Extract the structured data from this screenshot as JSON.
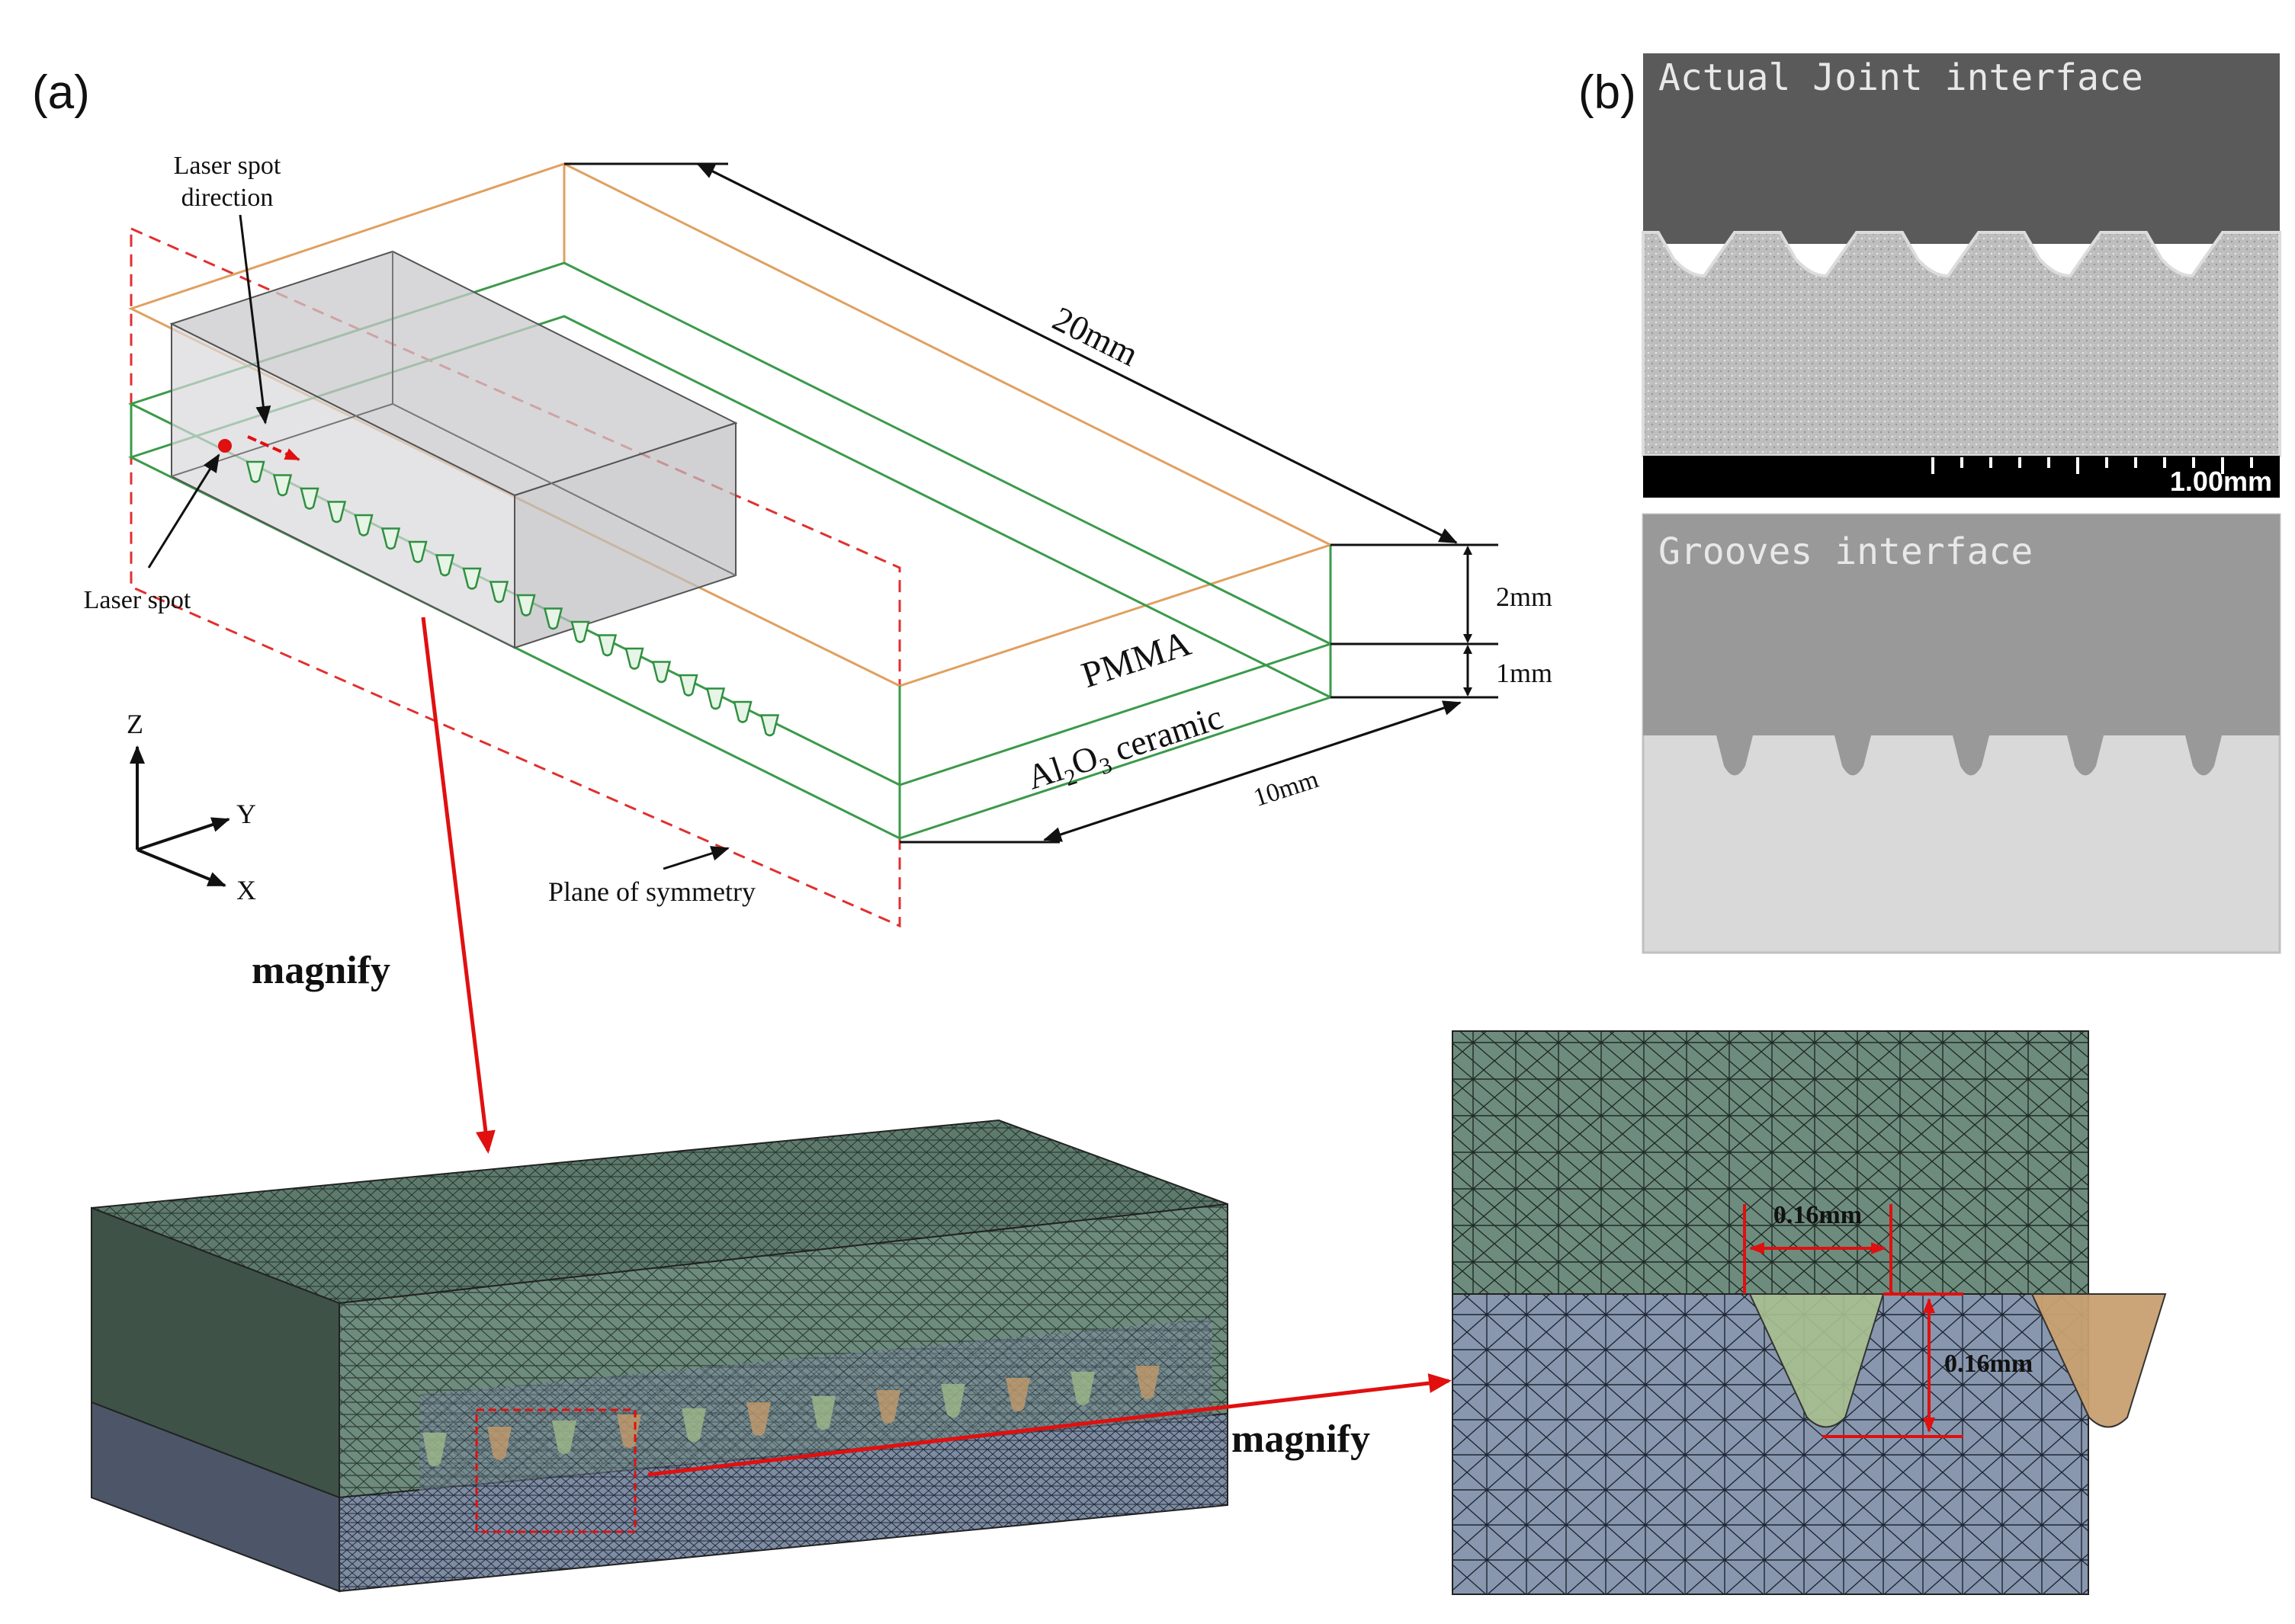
{
  "panel_a": {
    "label": "(a)",
    "laser_spot_direction": [
      "Laser spot",
      "direction"
    ],
    "laser_spot": "Laser spot",
    "dim_length": "20mm",
    "dim_pmma_thickness": "2mm",
    "dim_ceramic_thickness": "1mm",
    "dim_width": "10mm",
    "pmma": "PMMA",
    "ceramic_prefix": "Al",
    "ceramic_sub1": "2",
    "ceramic_mid": "O",
    "ceramic_sub2": "3",
    "ceramic_suffix": " ceramic",
    "axis_z": "Z",
    "axis_y": "Y",
    "axis_x": "X",
    "plane_of_symmetry": "Plane of symmetry",
    "magnify_1": "magnify",
    "magnify_2": "magnify",
    "groove_width": "0.16mm",
    "groove_depth": "0.16mm"
  },
  "panel_b": {
    "label": "(b)",
    "actual_title": "Actual Joint interface",
    "scale_label": "1.00mm",
    "grooves_title": "Grooves interface"
  },
  "colors": {
    "pmma_line": "#e0a060",
    "ceramic_line": "#3a9a4a",
    "symmetry_plane": "#e03030",
    "arrow_red": "#e01010",
    "mesh_top": "#6b8a7a",
    "mesh_bottom": "#8b9bb0",
    "groove_green": "#a8c090",
    "groove_tan": "#c8a070"
  }
}
